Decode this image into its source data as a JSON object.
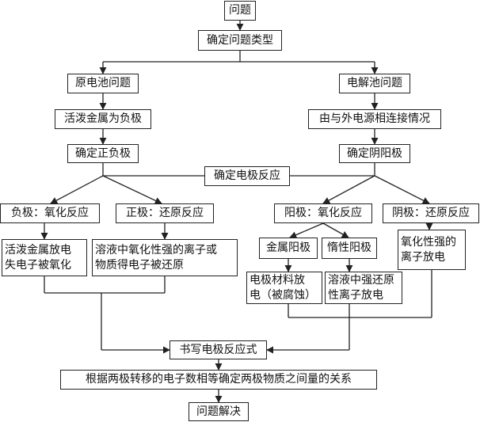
{
  "nodes": {
    "question": "问题",
    "determine_type": "确定问题类型",
    "galvanic": "原电池问题",
    "electrolytic": "电解池问题",
    "active_metal_negative": "活泼金属为负极",
    "by_connection": "由与外电源相连接情况",
    "determine_pos_neg": "确定正负极",
    "determine_anode_cathode": "确定阴阳极",
    "determine_reaction": "确定电极反应",
    "negative_oxidation": "负极：氧化反应",
    "positive_reduction": "正极：还原反应",
    "anode_oxidation": "阳极：氧化反应",
    "cathode_reduction": "阴极：还原反应",
    "metal_lose_electrons_line1": "活泼金属放电",
    "metal_lose_electrons_line2": "失电子被氧化",
    "oxidizer_gain_electrons_line1": "溶液中氧化性强的离子或",
    "oxidizer_gain_electrons_line2": "物质得电子被还原",
    "metal_anode": "金属阳极",
    "inert_anode": "惰性阳极",
    "cations_discharge_line1": "氧化性强的",
    "cations_discharge_line2": "离子放电",
    "electrode_corroded_line1": "电极材料放",
    "electrode_corroded_line2": "电（被腐蚀）",
    "reducing_ions_line1": "溶液中强还原",
    "reducing_ions_line2": "性离子放电",
    "write_equation": "书写电极反应式",
    "electron_conservation": "根据两极转移的电子数相等确定两极物质之间量的关系",
    "solved": "问题解决"
  }
}
